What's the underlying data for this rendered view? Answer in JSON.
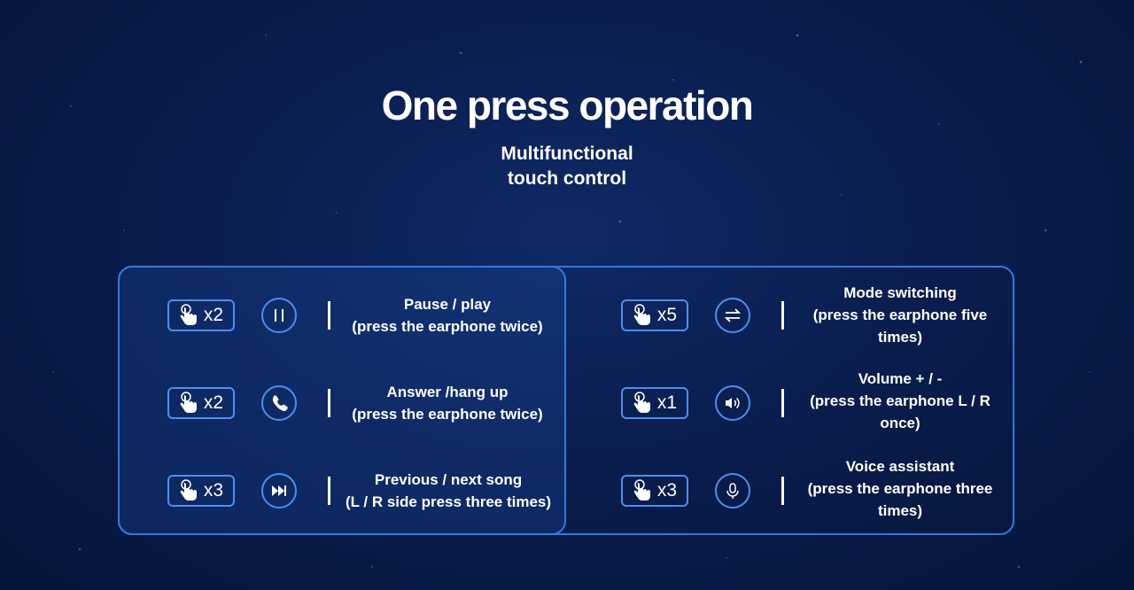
{
  "title": "One press operation",
  "subtitle": {
    "line1": "Multifunctional",
    "line2": "touch control"
  },
  "left": [
    {
      "count": "x2",
      "icon": "pause-icon",
      "line1": "Pause / play",
      "line2": "(press the earphone twice)"
    },
    {
      "count": "x2",
      "icon": "phone-icon",
      "line1": "Answer /hang up",
      "line2": "(press the earphone twice)"
    },
    {
      "count": "x3",
      "icon": "skip-forward-icon",
      "line1": "Previous / next song",
      "line2": "(L / R side press three times)"
    }
  ],
  "right": [
    {
      "count": "x5",
      "icon": "switch-arrows-icon",
      "line1": "Mode switching",
      "line2": "(press the earphone five",
      "line3": "times)"
    },
    {
      "count": "x1",
      "icon": "volume-icon",
      "line1": "Volume + / -",
      "line2": "(press the earphone L / R",
      "line3": "once)"
    },
    {
      "count": "x3",
      "icon": "microphone-icon",
      "line1": "Voice assistant",
      "line2": "(press the earphone three",
      "line3": "times)"
    }
  ]
}
